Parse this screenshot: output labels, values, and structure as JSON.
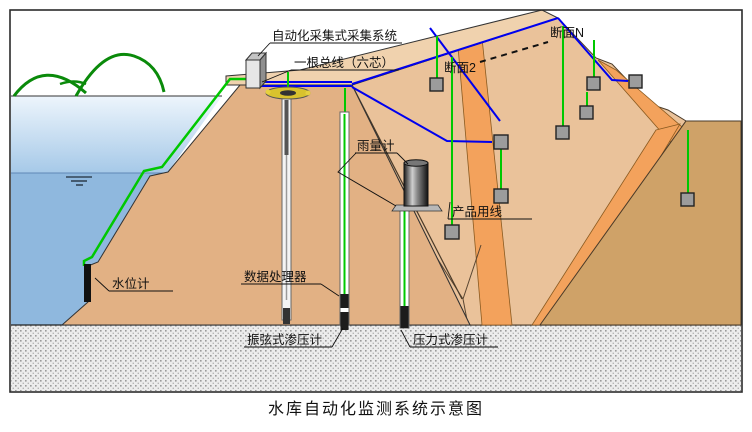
{
  "diagram": {
    "title": "水库自动化监测系统示意图",
    "labels": {
      "collection_system": "自动化采集式采集系统",
      "bus_line": "一根总线（六芯）",
      "section_2": "断面2",
      "section_n": "断面N",
      "rain_gauge": "雨量计",
      "product_cable": "产品用线",
      "water_level_gauge": "水位计",
      "data_processor": "数据处理器",
      "vibrating_wire_piezometer": "振弦式渗压计",
      "pressure_piezometer": "压力式渗压计"
    },
    "colors": {
      "dam_tan": "#e2b184",
      "slope_tan": "#eac29a",
      "crest_tan": "#f0d2ae",
      "berm_orange": "#f3a25c",
      "abutment_tan": "#cfa268",
      "water_light": "#e9f3fb",
      "water_mid": "#a6c9e8",
      "water_deep": "#8fb8de",
      "cable_green": "#00c800",
      "hill_green": "#0a8a0a",
      "bus_blue": "#0000ee",
      "foundation_gray": "#ececec",
      "sensor_gray": "#9c9c9c"
    }
  }
}
